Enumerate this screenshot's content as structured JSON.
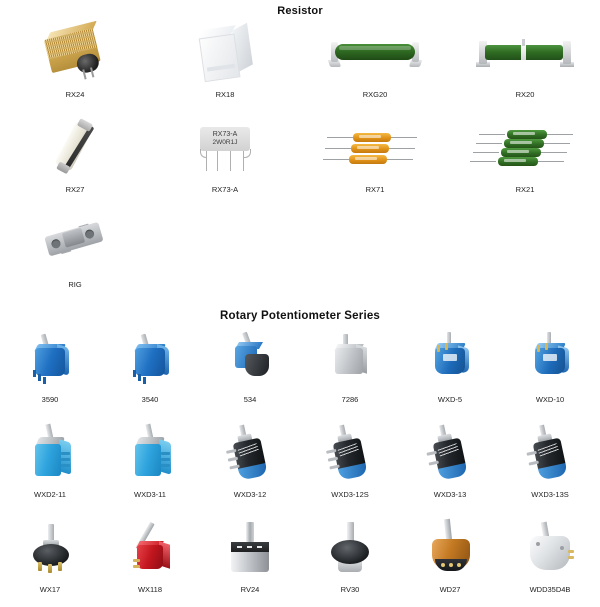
{
  "sections": [
    {
      "id": "resistor",
      "title": "Resistor",
      "columns": 4,
      "items": [
        {
          "label": "RX24",
          "art": "rx24",
          "alt": "gold finned heatsink power resistor"
        },
        {
          "label": "RX18",
          "art": "rx18",
          "alt": "white ceramic block resistor"
        },
        {
          "label": "RXG20",
          "art": "tube",
          "alt": "green cylindrical wirewound resistor with mounting feet"
        },
        {
          "label": "RX20",
          "art": "tube2",
          "alt": "green tube resistor with centre tap and end brackets"
        },
        {
          "label": "RX27",
          "art": "rx27",
          "alt": "white ceramic tube resistor"
        },
        {
          "label": "RX73-A",
          "art": "rx73",
          "alt": "grey moulded resistor network with four leads",
          "markings": {
            "line1": "RX73-A",
            "line2": "2W0R1J"
          }
        },
        {
          "label": "RX71",
          "art": "axial-orange",
          "alt": "three stacked orange axial precision resistors"
        },
        {
          "label": "RX21",
          "art": "axial-green",
          "alt": "four stacked green axial wirewound resistors"
        },
        {
          "label": "RIG",
          "art": "rig",
          "alt": "flat metal chassis mount resistor with two mounting holes"
        }
      ]
    },
    {
      "id": "rotary-potentiometer",
      "title": "Rotary Potentiometer Series",
      "columns": 6,
      "items": [
        {
          "label": "3590",
          "art": "pot-blue",
          "alt": "blue multiturn trimmer potentiometer"
        },
        {
          "label": "3540",
          "art": "pot-blue",
          "alt": "blue multiturn potentiometer"
        },
        {
          "label": "534",
          "art": "pot-blk",
          "alt": "blue and black precision potentiometer"
        },
        {
          "label": "7286",
          "art": "pot-grey",
          "alt": "grey metal multiturn potentiometer"
        },
        {
          "label": "WXD-5",
          "art": "pot-wxd",
          "alt": "blue wirewound potentiometer"
        },
        {
          "label": "WXD-10",
          "art": "pot-wxd",
          "alt": "blue wirewound potentiometer"
        },
        {
          "label": "WXD2-11",
          "art": "pot-rect",
          "alt": "light blue rectangular wirewound potentiometer"
        },
        {
          "label": "WXD3-11",
          "art": "pot-rect",
          "alt": "light blue rectangular wirewound potentiometer"
        },
        {
          "label": "WXD3-12",
          "art": "pot-barrel",
          "alt": "black barrel potentiometer with blue end cap"
        },
        {
          "label": "WXD3-12S",
          "art": "pot-barrel",
          "alt": "black barrel potentiometer with blue end cap"
        },
        {
          "label": "WXD3-13",
          "art": "pot-barrel",
          "alt": "black barrel potentiometer with blue end cap"
        },
        {
          "label": "WXD3-13S",
          "art": "pot-barrel",
          "alt": "black barrel potentiometer with blue end cap"
        },
        {
          "label": "WX17",
          "art": "pot-wx17",
          "alt": "black round single turn potentiometer"
        },
        {
          "label": "WX118",
          "art": "pot-red",
          "alt": "red bodied potentiometer with long shaft"
        },
        {
          "label": "RV24",
          "art": "pot-rv24",
          "alt": "cylindrical metal potentiometer"
        },
        {
          "label": "RV30",
          "art": "pot-rv30",
          "alt": "black disc potentiometer"
        },
        {
          "label": "WD27",
          "art": "pot-wd27",
          "alt": "bronze bodied precision potentiometer"
        },
        {
          "label": "WDD35D4B",
          "art": "pot-wdd",
          "alt": "white conductive plastic angle sensor potentiometer"
        }
      ]
    }
  ],
  "colors": {
    "background": "#ffffff",
    "text": "#1a1a1a",
    "caption": "#222222",
    "resistor_green": "#2f6b22",
    "resistor_gold": "#c8a049",
    "resistor_orange": "#de8f16",
    "pot_blue": "#1f6fc2",
    "pot_cyan": "#2ea3dd",
    "pot_red": "#c3161f",
    "pot_bronze": "#c47a23"
  }
}
